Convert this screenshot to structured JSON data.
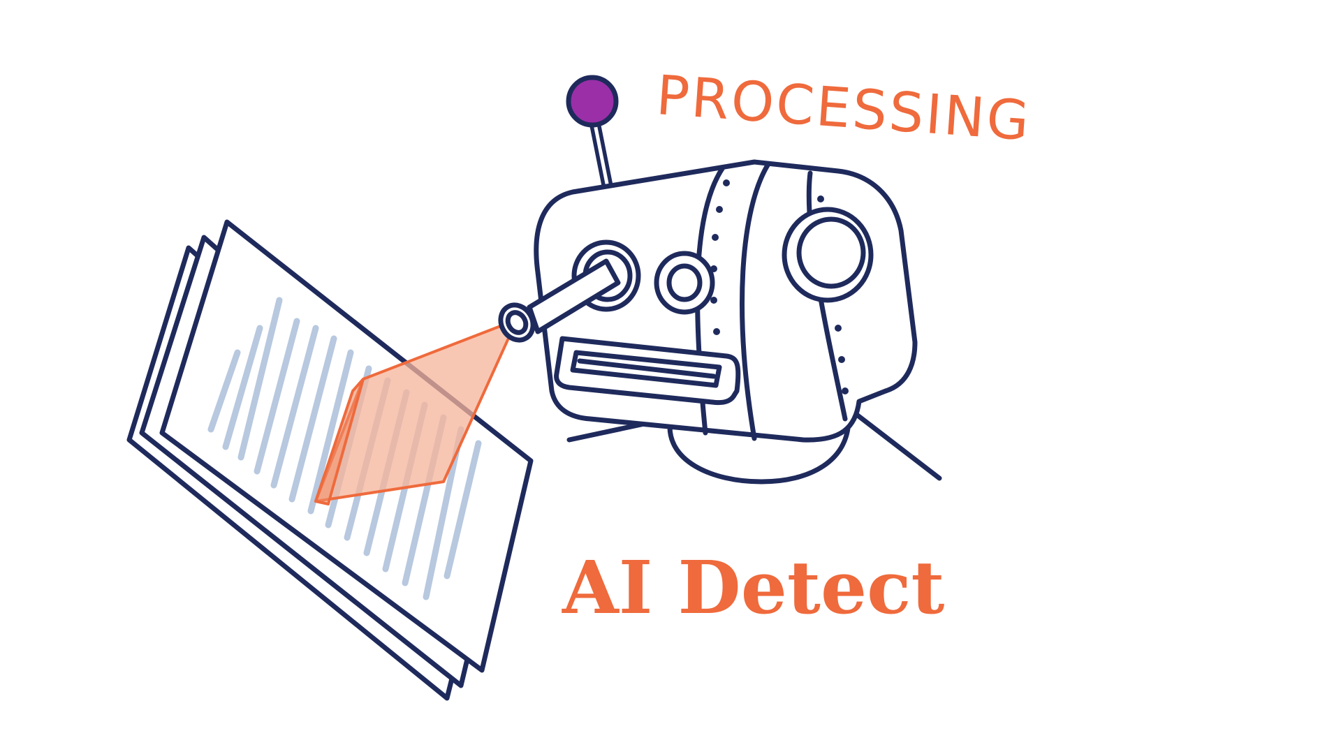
{
  "status_text": "PROCESSING",
  "title": "AI Detect",
  "colors": {
    "ink": "#1f2a5c",
    "accent": "#ef6a3c",
    "antenna_knob": "#9b2fa8",
    "text_lines": "#b7c8df",
    "beam_fill": "#f6b49a"
  },
  "icons": {
    "robot": "robot-head-illustration",
    "document": "document-stack-illustration",
    "beam": "scan-beam-illustration"
  }
}
